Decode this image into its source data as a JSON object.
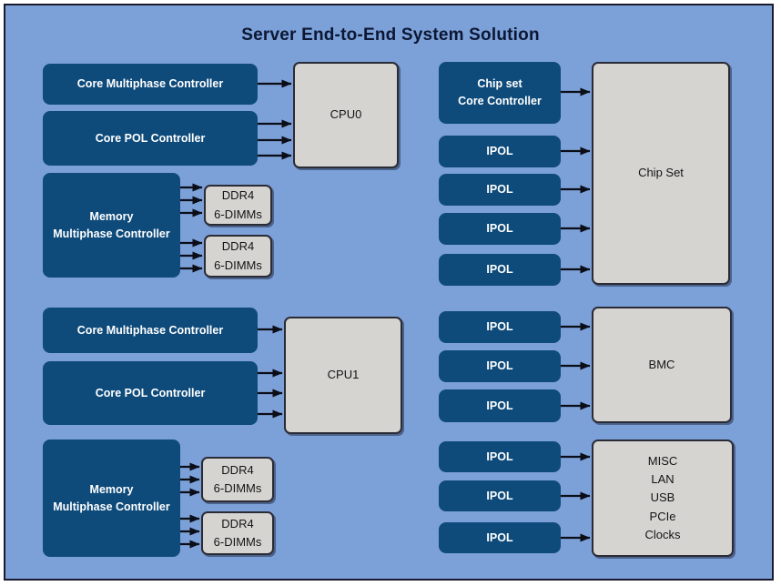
{
  "title": "Server End-to-End System Solution",
  "colors": {
    "background": "#7CA0D8",
    "navy_block": "#0E4B7B",
    "gray_block": "#D5D4D1",
    "frame_border": "#1B1A2E",
    "arrow": "#0B0D17",
    "title_text": "#0C1733",
    "navy_block_text": "#FFFFFF",
    "gray_block_text": "#141414"
  },
  "left": {
    "cpu0_group": {
      "core_multiphase": "Core Multiphase Controller",
      "core_pol": "Core POL Controller",
      "cpu": "CPU0",
      "memory_lines": [
        "Memory",
        "Multiphase Controller"
      ],
      "ddr4_top_lines": [
        "DDR4",
        "6-DIMMs"
      ],
      "ddr4_bottom_lines": [
        "DDR4",
        "6-DIMMs"
      ]
    },
    "cpu1_group": {
      "core_multiphase": "Core Multiphase Controller",
      "core_pol": "Core POL Controller",
      "cpu": "CPU1",
      "memory_lines": [
        "Memory",
        "Multiphase Controller"
      ],
      "ddr4_top_lines": [
        "DDR4",
        "6-DIMMs"
      ],
      "ddr4_bottom_lines": [
        "DDR4",
        "6-DIMMs"
      ]
    }
  },
  "right": {
    "chipset_group": {
      "controller_lines": [
        "Chip set",
        "Core Controller"
      ],
      "ipols": [
        "IPOL",
        "IPOL",
        "IPOL",
        "IPOL"
      ],
      "target": "Chip Set"
    },
    "bmc_group": {
      "ipols": [
        "IPOL",
        "IPOL",
        "IPOL"
      ],
      "target": "BMC"
    },
    "misc_group": {
      "ipols": [
        "IPOL",
        "IPOL",
        "IPOL"
      ],
      "target_lines": [
        "MISC",
        "LAN",
        "USB",
        "PCIe",
        "Clocks"
      ]
    }
  }
}
